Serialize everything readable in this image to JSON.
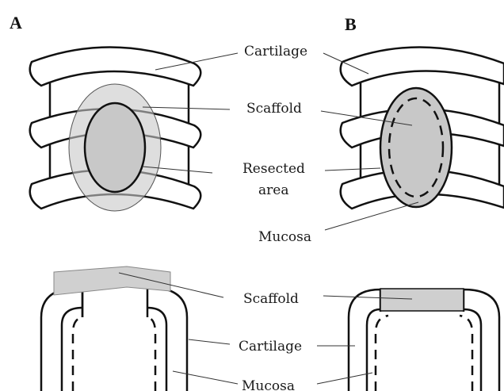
{
  "panels": {
    "a": "A",
    "b": "B"
  },
  "labels": {
    "cartilage_top": "Cartilage",
    "scaffold_top": "Scaffold",
    "resected_line1": "Resected",
    "resected_line2": "area",
    "mucosa_top": "Mucosa",
    "scaffold_bottom": "Scaffold",
    "cartilage_bottom": "Cartilage",
    "mucosa_bottom": "Mucosa"
  },
  "colors": {
    "outline": "#111111",
    "scaffold_fill": "#c8c8c8",
    "outer_scaffold_fill": "#dddddd"
  }
}
